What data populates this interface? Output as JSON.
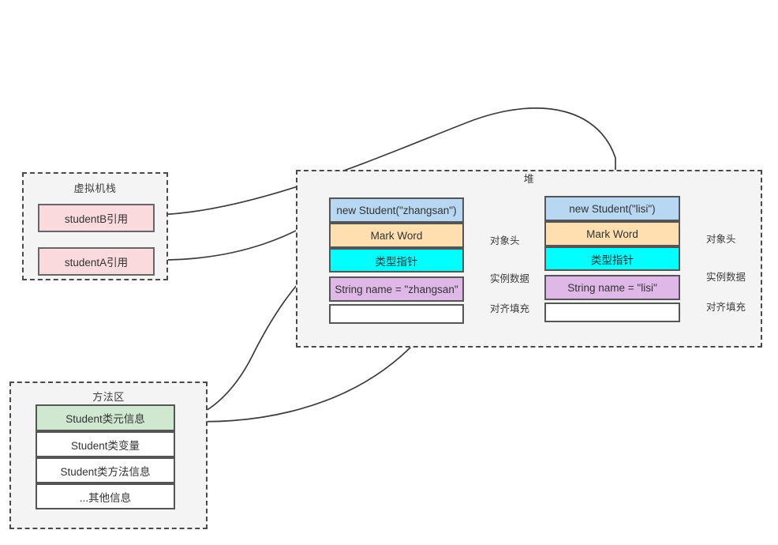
{
  "diagram": {
    "title_regions": {
      "vm_stack": "虚拟机栈",
      "heap": "堆",
      "method_area": "方法区"
    }
  },
  "vm_stack": {
    "label": "虚拟机栈",
    "frames": [
      {
        "name": "studentB-ref",
        "label": "studentB引用"
      },
      {
        "name": "studentA-ref",
        "label": "studentA引用"
      }
    ]
  },
  "heap": {
    "label": "堆",
    "objects": [
      {
        "id": "zhangsan",
        "title": "new Student(\"zhangsan\")",
        "rows": [
          {
            "key": "mark_word",
            "label": "Mark Word"
          },
          {
            "key": "type_pointer",
            "label": "类型指针"
          },
          {
            "key": "instance_data",
            "label": "String name = \"zhangsan\""
          },
          {
            "key": "padding",
            "label": ""
          }
        ],
        "annotations": [
          {
            "key": "object_header",
            "label": "对象头"
          },
          {
            "key": "instance_data",
            "label": "实例数据"
          },
          {
            "key": "alignment_padding",
            "label": "对齐填充"
          }
        ]
      },
      {
        "id": "lisi",
        "title": "new Student(\"lisi\")",
        "rows": [
          {
            "key": "mark_word",
            "label": "Mark Word"
          },
          {
            "key": "type_pointer",
            "label": "类型指针"
          },
          {
            "key": "instance_data",
            "label": "String name = \"lisi\""
          },
          {
            "key": "padding",
            "label": ""
          }
        ],
        "annotations": [
          {
            "key": "object_header",
            "label": "对象头"
          },
          {
            "key": "instance_data",
            "label": "实例数据"
          },
          {
            "key": "alignment_padding",
            "label": "对齐填充"
          }
        ]
      }
    ]
  },
  "method_area": {
    "label": "方法区",
    "rows": [
      {
        "key": "class_meta",
        "label": "Student类元信息"
      },
      {
        "key": "class_vars",
        "label": "Student类变量"
      },
      {
        "key": "class_methods",
        "label": "Student类方法信息"
      },
      {
        "key": "other",
        "label": "...其他信息"
      }
    ]
  },
  "colors": {
    "stack_ref_fill": "#fadadd",
    "obj_title_fill": "#b7d7f2",
    "mark_word_fill": "#ffdfb0",
    "type_pointer_fill": "#00ffff",
    "instance_data_fill": "#dfb8e8",
    "padding_fill": "#ffffff",
    "class_meta_fill": "#cfe8cf",
    "region_fill": "#f4f4f4",
    "stroke": "#555555",
    "region_stroke": "#4a4a4a"
  },
  "connections": [
    {
      "key": "b_to_lisi",
      "from": "studentB引用",
      "to": "new Student(\"lisi\")"
    },
    {
      "key": "a_to_zhangsan",
      "from": "studentA引用",
      "to": "new Student(\"zhangsan\")"
    },
    {
      "key": "zhangsan_ptr_to_meta",
      "from": "类型指针",
      "to": "Student类元信息"
    },
    {
      "key": "lisi_ptr_to_meta",
      "from": "类型指针",
      "to": "Student类元信息"
    }
  ]
}
